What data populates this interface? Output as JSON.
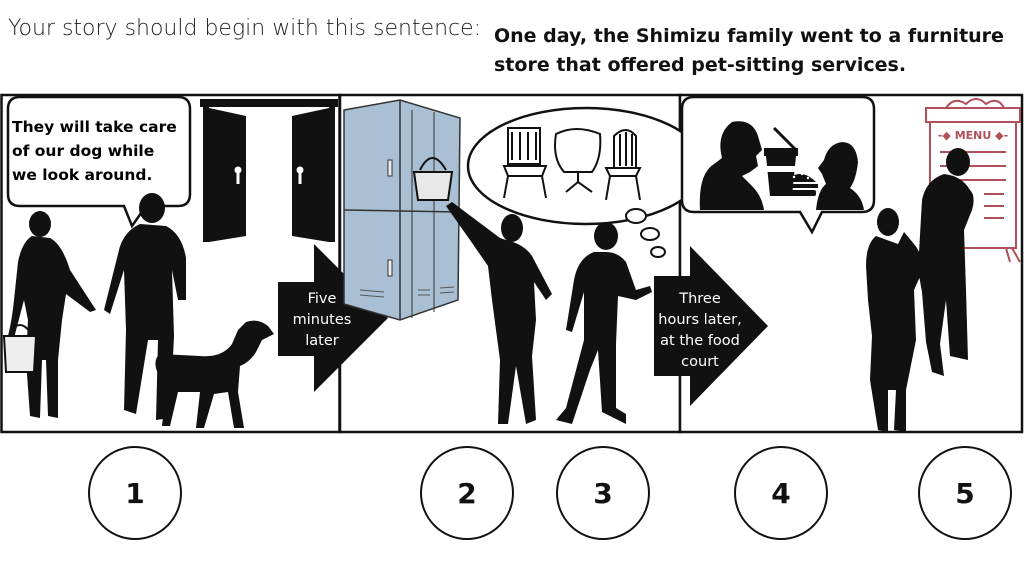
{
  "header": {
    "prompt": "Your story should begin with this sentence:",
    "sentence_line1": "One day, the Shimizu family went to a furniture",
    "sentence_line2": "store that offered pet-sitting services."
  },
  "panel1": {
    "speech_line1": "They will take care",
    "speech_line2": "of our dog while",
    "speech_line3": "we look around."
  },
  "transition1": {
    "line1": "Five",
    "line2": "minutes",
    "line3": "later"
  },
  "transition2": {
    "line1": "Three",
    "line2": "hours later,",
    "line3": "at the food",
    "line4": "court"
  },
  "panel3": {
    "menu_sign": "-◆ MENU ◆-"
  },
  "markers": [
    "1",
    "2",
    "3",
    "4",
    "5"
  ]
}
